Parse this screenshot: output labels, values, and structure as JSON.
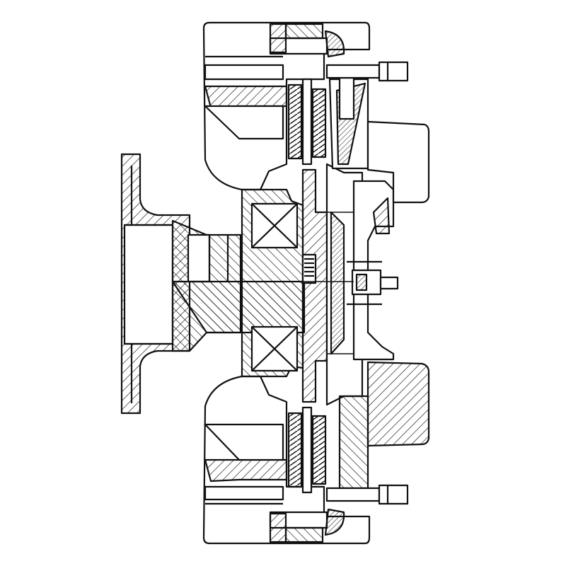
{
  "drawing": {
    "kind": "mechanical cross-section",
    "line_color": "#111111",
    "background": "#ffffff",
    "parts": [
      "flange",
      "input-shaft",
      "housing-outer",
      "housing-inner",
      "ball-bearing-upper",
      "ball-bearing-lower",
      "spline-hub",
      "clutch-pack-upper",
      "clutch-pack-lower",
      "pressure-plate",
      "diaphragm-spring",
      "piston",
      "bolt-top-left",
      "bolt-top-right",
      "bolt-bottom-left",
      "bolt-bottom-right",
      "end-cover",
      "center-nut"
    ]
  }
}
